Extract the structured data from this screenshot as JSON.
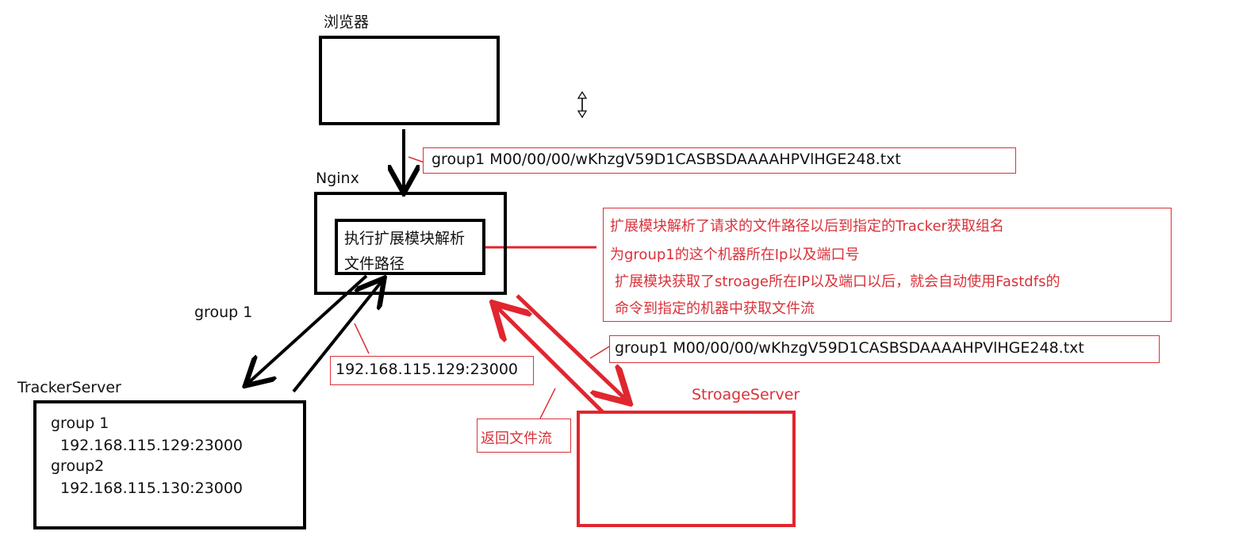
{
  "labels": {
    "browser": "浏览器",
    "nginx": "Nginx",
    "tracker": "TrackerServer",
    "storage": "StroageServer",
    "group1_arrow": "group 1"
  },
  "nginx_inner": {
    "line1": "执行扩展模块解析",
    "line2": "文件路径"
  },
  "path_top": "group1    M00/00/00/wKhzgV59D1CASBSDAAAAHPVlHGE248.txt",
  "path_mid": "group1    M00/00/00/wKhzgV59D1CASBSDAAAAHPVlHGE248.txt",
  "tracker_ip": "192.168.115.129:23000",
  "return_stream": "返回文件流",
  "explain": {
    "line1": "扩展模块解析了请求的文件路径以后到指定的Tracker获取组名",
    "line2": "为group1的这个机器所在Ip以及端口号",
    "line3": "扩展模块获取了stroage所在IP以及端口以后，就会自动使用Fastdfs的",
    "line4": "命令到指定的机器中获取文件流"
  },
  "tracker_box": {
    "g1": "group 1",
    "g1_ip": "192.168.115.129:23000",
    "g2": "group2",
    "g2_ip": "192.168.115.130:23000"
  },
  "colors": {
    "black": "#000000",
    "red": "#e0262f",
    "thin_red": "#d9323a"
  }
}
